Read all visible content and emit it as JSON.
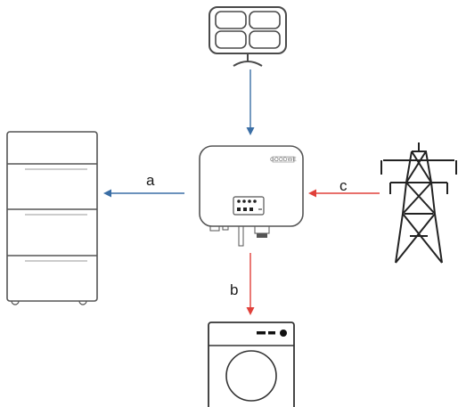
{
  "diagram": {
    "nodes": {
      "solar_panel": {
        "icon": "solar-panel-icon"
      },
      "inverter": {
        "icon": "inverter-icon",
        "brand_text": "GOODWE"
      },
      "battery": {
        "icon": "battery-stack-icon"
      },
      "grid": {
        "icon": "power-pylon-icon"
      },
      "load": {
        "icon": "washing-machine-icon"
      }
    },
    "edges": [
      {
        "from": "solar_panel",
        "to": "inverter",
        "label": "",
        "color": "#3a6ea5"
      },
      {
        "from": "inverter",
        "to": "battery",
        "label": "a",
        "color": "#3a6ea5"
      },
      {
        "from": "inverter",
        "to": "load",
        "label": "b",
        "color": "#e0403a"
      },
      {
        "from": "grid",
        "to": "inverter",
        "label": "c",
        "color": "#e0403a"
      }
    ]
  }
}
